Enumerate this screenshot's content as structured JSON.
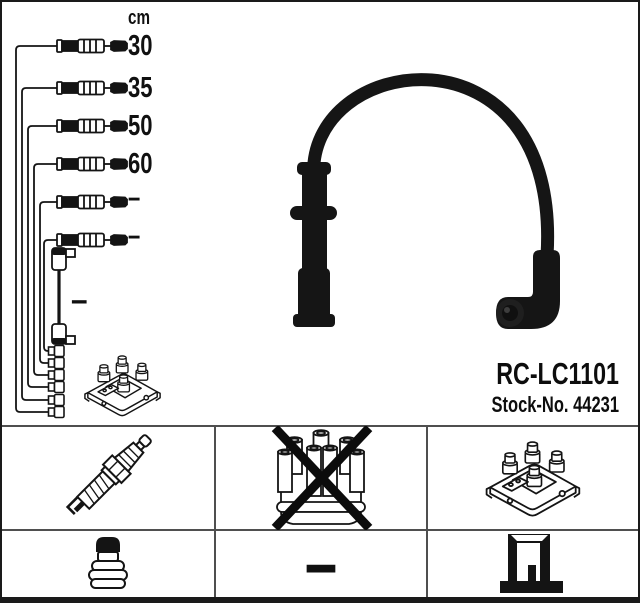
{
  "product": {
    "part_number": "RC-LC1101",
    "stock_label": "Stock-No.",
    "stock_number": "44231"
  },
  "length_table": {
    "unit": "cm",
    "cable_lengths": [
      "30",
      "35",
      "50",
      "60",
      "–",
      "–"
    ],
    "extra_cable_length": "–"
  },
  "compatibility_grid": {
    "row1": [
      {
        "item": "spark-plug",
        "crossed_out": false
      },
      {
        "item": "distributor-cap",
        "crossed_out": true
      },
      {
        "item": "ignition-coil",
        "crossed_out": false
      }
    ],
    "row2": [
      {
        "item": "plug-terminal-nut",
        "crossed_out": false
      },
      {
        "item": "none",
        "label": "–"
      },
      {
        "item": "coil-terminal",
        "crossed_out": false
      }
    ]
  },
  "colors": {
    "background": "#ffffff",
    "line_art": "#141414",
    "photo_black": "#151515",
    "frame": "#1a1a1a",
    "grid_line": "#4f4f4f"
  }
}
